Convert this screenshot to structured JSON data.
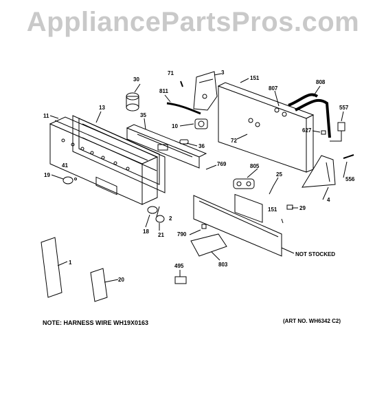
{
  "watermark": "AppliancePartsPros.com",
  "notes": {
    "harness": "NOTE: HARNESS WIRE WH19X0163",
    "art_no": "(ART NO. WH6342 C2)",
    "not_stocked": "NOT STOCKED"
  },
  "callouts": {
    "p30": "30",
    "p71": "71",
    "p3": "3",
    "p151a": "151",
    "p807": "807",
    "p808": "808",
    "p811": "811",
    "p557": "557",
    "p11": "11",
    "p13": "13",
    "p35": "35",
    "p10": "10",
    "p627": "627",
    "p72": "72",
    "p36": "36",
    "p769": "769",
    "p805": "805",
    "p41": "41",
    "p19": "19",
    "p25": "25",
    "p556": "556",
    "p4": "4",
    "p29": "29",
    "p151b": "151",
    "p2": "2",
    "p18": "18",
    "p21": "21",
    "p790": "790",
    "p495": "495",
    "p803": "803",
    "p1": "1",
    "p20": "20"
  }
}
